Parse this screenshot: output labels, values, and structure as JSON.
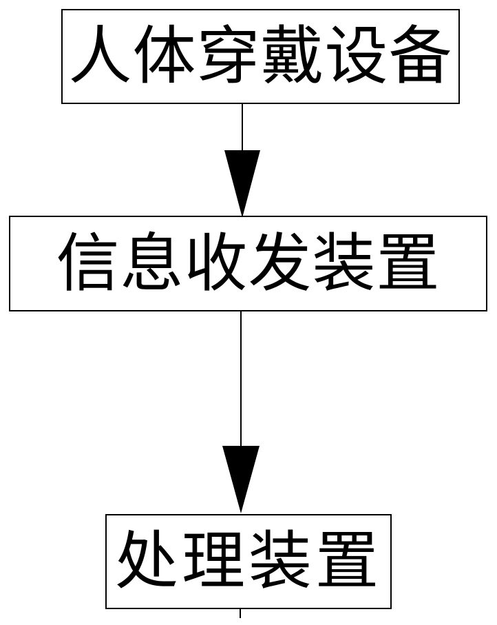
{
  "page": {
    "background_color": "#ffffff"
  },
  "diagram": {
    "type": "flowchart",
    "direction": "top-down",
    "stroke_color": "#000000",
    "text_color": "#000000",
    "box_fill_color": "#ffffff",
    "nodes": [
      {
        "id": "human-wearable-device",
        "label": "人体穿戴设备"
      },
      {
        "id": "info-transceiver-device",
        "label": "信息收发装置"
      },
      {
        "id": "processing-device",
        "label": "处理装置"
      }
    ],
    "edges": [
      {
        "from": "human-wearable-device",
        "to": "info-transceiver-device",
        "arrow": "down"
      },
      {
        "from": "info-transceiver-device",
        "to": "processing-device",
        "arrow": "down"
      },
      {
        "from": "processing-device",
        "to": "",
        "arrow": "none",
        "note": "short line stub exiting bottom of last box"
      }
    ]
  }
}
